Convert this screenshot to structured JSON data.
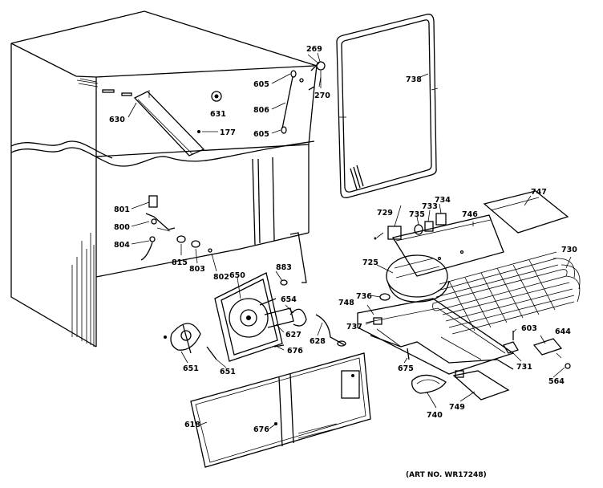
{
  "diagram": {
    "art_number": "(ART NO. WR17248)",
    "part_labels": [
      {
        "id": "p269",
        "text": "269"
      },
      {
        "id": "p270",
        "text": "270"
      },
      {
        "id": "p605a",
        "text": "605"
      },
      {
        "id": "p806",
        "text": "806"
      },
      {
        "id": "p605b",
        "text": "605"
      },
      {
        "id": "p631",
        "text": "631"
      },
      {
        "id": "p177",
        "text": "177"
      },
      {
        "id": "p630",
        "text": "630"
      },
      {
        "id": "p738",
        "text": "738"
      },
      {
        "id": "p747",
        "text": "747"
      },
      {
        "id": "p729",
        "text": "729"
      },
      {
        "id": "p735",
        "text": "735"
      },
      {
        "id": "p733",
        "text": "733"
      },
      {
        "id": "p734",
        "text": "734"
      },
      {
        "id": "p746",
        "text": "746"
      },
      {
        "id": "p730",
        "text": "730"
      },
      {
        "id": "p725",
        "text": "725"
      },
      {
        "id": "p736",
        "text": "736"
      },
      {
        "id": "p748",
        "text": "748"
      },
      {
        "id": "p737",
        "text": "737"
      },
      {
        "id": "p603",
        "text": "603"
      },
      {
        "id": "p644",
        "text": "644"
      },
      {
        "id": "p731",
        "text": "731"
      },
      {
        "id": "p564",
        "text": "564"
      },
      {
        "id": "p675",
        "text": "675"
      },
      {
        "id": "p749",
        "text": "749"
      },
      {
        "id": "p740",
        "text": "740"
      },
      {
        "id": "p801",
        "text": "801"
      },
      {
        "id": "p800",
        "text": "800"
      },
      {
        "id": "p804",
        "text": "804"
      },
      {
        "id": "p815",
        "text": "815"
      },
      {
        "id": "p803",
        "text": "803"
      },
      {
        "id": "p802",
        "text": "802"
      },
      {
        "id": "p883",
        "text": "883"
      },
      {
        "id": "p650",
        "text": "650"
      },
      {
        "id": "p654",
        "text": "654"
      },
      {
        "id": "p627",
        "text": "627"
      },
      {
        "id": "p628",
        "text": "628"
      },
      {
        "id": "p676a",
        "text": "676"
      },
      {
        "id": "p651a",
        "text": "651"
      },
      {
        "id": "p651b",
        "text": "651"
      },
      {
        "id": "p618",
        "text": "618"
      },
      {
        "id": "p676b",
        "text": "676"
      }
    ]
  }
}
